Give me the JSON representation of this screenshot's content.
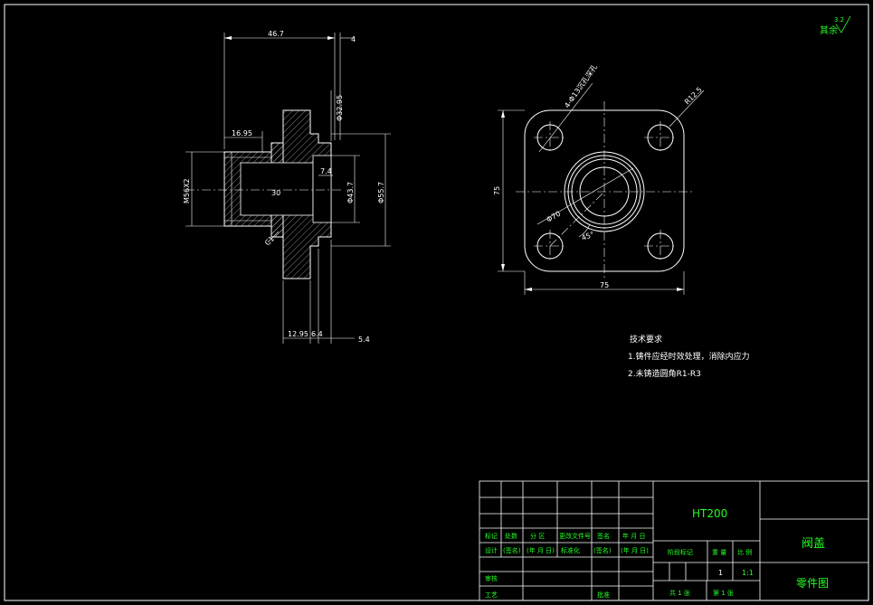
{
  "corner_mark": {
    "text": "其余",
    "roughness": "3.2"
  },
  "side_view": {
    "dims": {
      "top_length": "46.7",
      "top_right": "4",
      "d_top": "Φ32.95",
      "d_small": "16.95",
      "m_thread": "M56X2",
      "d_7_4": "7.4",
      "d_43_7": "Φ43.7",
      "d_55_7": "Φ55.7",
      "d_30": "30",
      "chamfer": "C1",
      "bottom_a": "12.95",
      "bottom_b": "6.4",
      "bottom_c": "5.4"
    }
  },
  "front_view": {
    "dims": {
      "holes": "4-Φ13沉孔深孔",
      "r": "R12.5",
      "height": "75",
      "width": "75",
      "d70": "Φ70",
      "angle": "45°"
    }
  },
  "tech_notes": {
    "title": "技术要求",
    "line1": "1.铸件应经时效处理，消除内应力",
    "line2": "2.未铸造圆角R1-R3"
  },
  "title_block": {
    "material": "HT200",
    "part_name": "阀盖",
    "drawing_type": "零件图",
    "row_labels": [
      "标记",
      "处数",
      "分 区",
      "更改文件号",
      "签名",
      "年 月 日"
    ],
    "row2_labels": [
      "设计",
      "(签名)",
      "(年 月 日)",
      "标准化",
      "(签名)",
      "(年 月 日)"
    ],
    "review": "审核",
    "process": "工艺",
    "approve": "批准",
    "stage_label": "阶段标记",
    "weight_label": "重 量",
    "scale_label": "比 例",
    "qty": "1",
    "scale": "1:1",
    "sheets_total": "共 1 张",
    "sheet_no": "第 1 张"
  }
}
